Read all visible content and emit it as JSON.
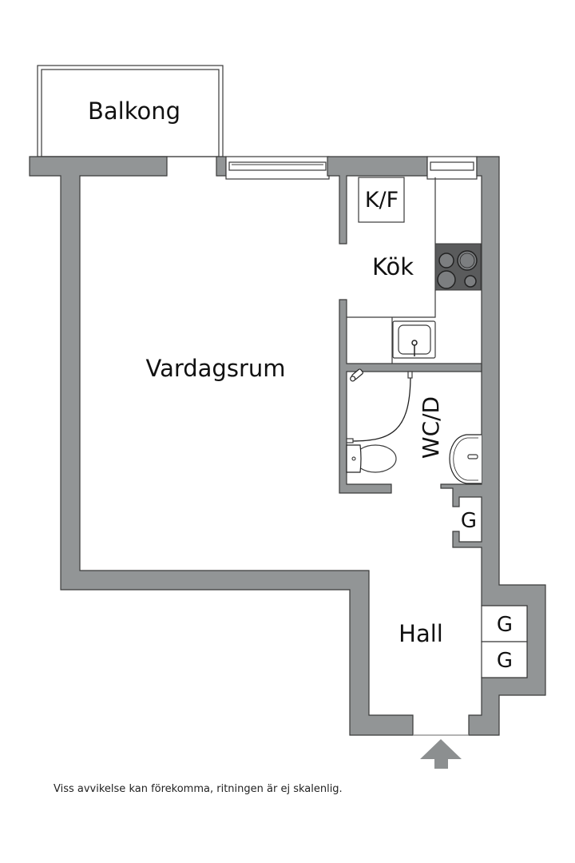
{
  "plan": {
    "rooms": {
      "balkong": "Balkong",
      "vardagsrum": "Vardagsrum",
      "kok": "Kök",
      "kf": "K/F",
      "wcd": "WC/D",
      "hall": "Hall",
      "g1": "G",
      "g2": "G",
      "g3": "G"
    },
    "colors": {
      "wall": "#929596",
      "stove": "#5a5b5c",
      "arrow": "#8c8f90"
    }
  },
  "footer": {
    "disclaimer": "Viss avvikelse kan förekomma, ritningen är ej skalenlig."
  }
}
